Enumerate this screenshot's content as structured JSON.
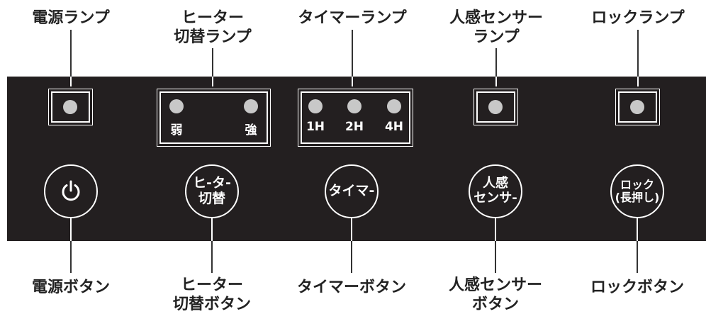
{
  "lamps": {
    "power": "電源ランプ",
    "heater": [
      "ヒーター",
      "切替ランプ"
    ],
    "timer": "タイマーランプ",
    "sensor": [
      "人感センサー",
      "ランプ"
    ],
    "lock": "ロックランプ"
  },
  "indicators": {
    "heater_low": "弱",
    "heater_high": "強",
    "timer_1h": "1H",
    "timer_2h": "2H",
    "timer_4h": "4H"
  },
  "buttons": {
    "heater": [
      "ヒ-タ-",
      "切替"
    ],
    "timer": [
      "タイマ-"
    ],
    "sensor": [
      "人感",
      "センサ-"
    ],
    "lock": [
      "ロック",
      "(長押し)"
    ]
  },
  "button_labels": {
    "power": "電源ボタン",
    "heater": [
      "ヒーター",
      "切替ボタン"
    ],
    "timer": "タイマーボタン",
    "sensor": [
      "人感センサー",
      "ボタン"
    ],
    "lock": "ロックボタン"
  },
  "icons": {
    "power_button": "power-icon"
  },
  "colors": {
    "panel": "#231f20",
    "led": "#c8c8c8",
    "text": "#222222"
  }
}
